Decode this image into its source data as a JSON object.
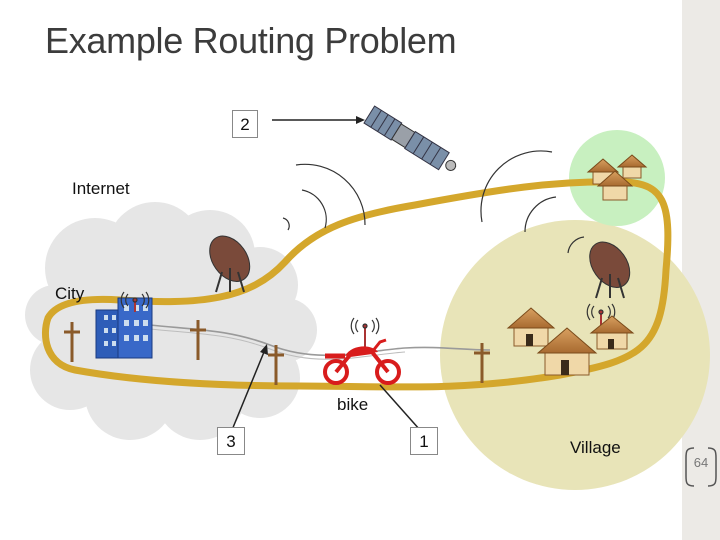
{
  "slide": {
    "title": "Example Routing Problem",
    "page_number": "64"
  },
  "labels": {
    "internet": "Internet",
    "city": "City",
    "bike": "bike",
    "village": "Village"
  },
  "links": {
    "satellite": "2",
    "bike_path": "3",
    "road": "1"
  },
  "icons": [
    "satellite-icon",
    "dish-antenna-icon",
    "office-building-icon",
    "hut-icon",
    "motorcycle-icon",
    "wireless-tower-icon",
    "utility-pole-icon"
  ],
  "colors": {
    "road": "#d4a72c",
    "cloud": "#e6e6e6",
    "village_area": "#e8e4b8",
    "hill_area": "#c8f0c0",
    "motorcycle": "#d81c1c",
    "building": "#2e5db8"
  }
}
